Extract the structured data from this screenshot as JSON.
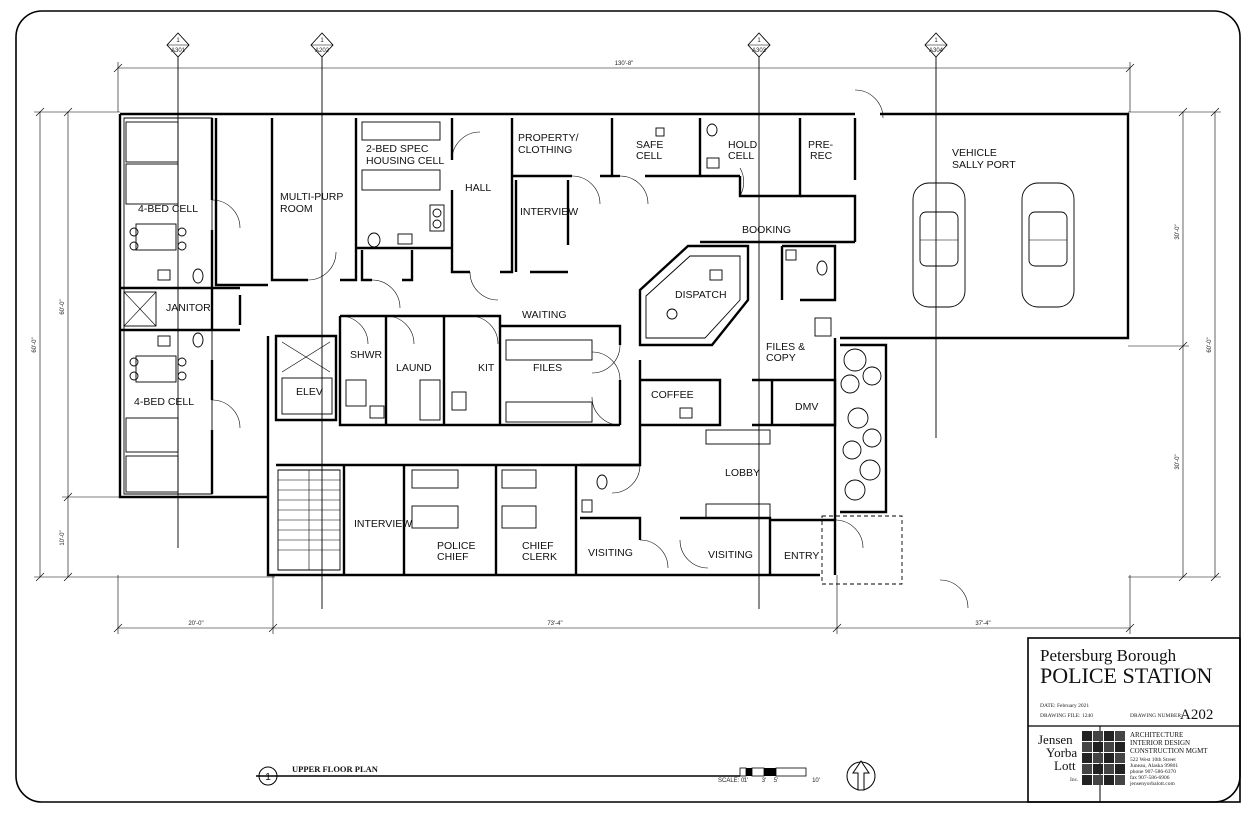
{
  "grid_refs": {
    "col1": {
      "num": "1",
      "sheet": "A301"
    },
    "col2": {
      "num": "1",
      "sheet": "A202"
    },
    "col3": {
      "num": "1",
      "sheet": "A303"
    },
    "col4": {
      "num": "1",
      "sheet": "A304"
    }
  },
  "dimensions": {
    "overall_top": "130'-8\"",
    "bottom_left": "20'-0\"",
    "bottom_mid": "73'-4\"",
    "bottom_right": "37'-4\"",
    "left_overall": "60'-0\"",
    "left_lower": "10'-0\"",
    "right_overall": "60'-0\"",
    "right_upper": "30'-0\"",
    "right_lower": "30'-0\""
  },
  "rooms": {
    "bed_cell_upper": "4-BED CELL",
    "bed_cell_lower": "4-BED CELL",
    "janitor": "JANITOR",
    "multi_purp_1": "MULTI-PURP",
    "multi_purp_2": "ROOM",
    "spec_housing_1": "2-BED SPEC",
    "spec_housing_2": "HOUSING CELL",
    "hall": "HALL",
    "property_1": "PROPERTY/",
    "property_2": "CLOTHING",
    "interview_top": "INTERVIEW",
    "safe_cell_1": "SAFE",
    "safe_cell_2": "CELL",
    "hold_cell_1": "HOLD",
    "hold_cell_2": "CELL",
    "pre_rec_1": "PRE-",
    "pre_rec_2": "REC",
    "sally_port_1": "VEHICLE",
    "sally_port_2": "SALLY PORT",
    "booking": "BOOKING",
    "dispatch": "DISPATCH",
    "waiting": "WAITING",
    "shwr": "SHWR",
    "laund": "LAUND",
    "kit": "KIT",
    "files": "FILES",
    "files_copy_1": "FILES &",
    "files_copy_2": "COPY",
    "elev": "ELEV",
    "coffee": "COFFEE",
    "dmv": "DMV",
    "lobby": "LOBBY",
    "interview_bottom": "INTERVIEW",
    "police_chief_1": "POLICE",
    "police_chief_2": "CHIEF",
    "chief_clerk_1": "CHIEF",
    "chief_clerk_2": "CLERK",
    "visiting_1": "VISITING",
    "visiting_2": "VISITING",
    "entry": "ENTRY"
  },
  "drawing_title": {
    "number": "1",
    "name": "UPPER FLOOR PLAN",
    "scale_label": "SCALE: 0'",
    "scale_ticks": [
      "1'",
      "3'",
      "5'",
      "10'"
    ]
  },
  "title_block": {
    "client": "Petersburg Borough",
    "project": "POLICE STATION",
    "date_label": "DATE: February 2021",
    "drawing_file_label": "DRAWING FILE: 1240",
    "drawing_number_label": "DRAWING NUMBER:",
    "sheet_number": "A202",
    "firm_line1": "Jensen",
    "firm_line2": "Yorba",
    "firm_line3": "Lott",
    "firm_suffix": "Inc.",
    "services": [
      "ARCHITECTURE",
      "INTERIOR DESIGN",
      "CONSTRUCTION MGMT"
    ],
    "address_lines": [
      "522 West 10th Street",
      "Juneau, Alaska 99801",
      "phone 907-586-6370",
      "fax 907-586-6906",
      "jensenyorbalott.com"
    ]
  }
}
